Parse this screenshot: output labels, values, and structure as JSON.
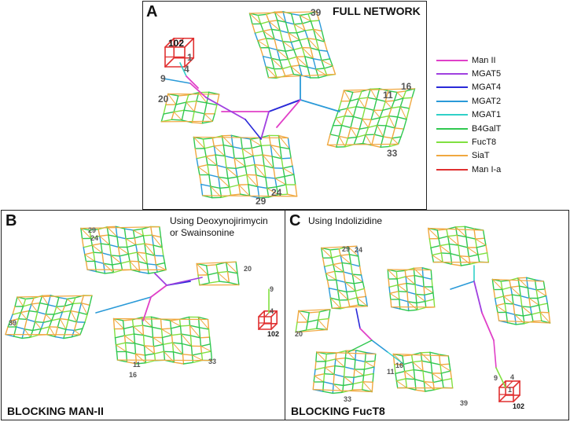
{
  "panels": {
    "a": {
      "letter": "A",
      "title": "FULL NETWORK"
    },
    "b": {
      "letter": "B",
      "note_line1": "Using Deoxynojirimycin",
      "note_line2": "or Swainsonine",
      "footer": "BLOCKING MAN-II"
    },
    "c": {
      "letter": "C",
      "note": "Using Indolizidine",
      "footer": "BLOCKING FucT8"
    }
  },
  "node_labels": {
    "a": {
      "n102": "102",
      "n1": "1",
      "n4": "4",
      "n9": "9",
      "n20": "20",
      "n39": "39",
      "n16": "16",
      "n11": "11",
      "n33": "33",
      "n24": "24",
      "n29": "29"
    },
    "b": {
      "n29": "29",
      "n24": "24",
      "n20": "20",
      "n9": "9",
      "n4": "4",
      "n102": "102",
      "n39": "39",
      "n11": "11",
      "n16": "16",
      "n33": "33"
    },
    "c": {
      "n29": "29",
      "n24": "24",
      "n20": "20",
      "n16": "16",
      "n11": "11",
      "n33": "33",
      "n39": "39",
      "n9": "9",
      "n4": "4",
      "n1": "1",
      "n102": "102"
    }
  },
  "legend": [
    {
      "label": "Man II",
      "color": "#e040c8"
    },
    {
      "label": "MGAT5",
      "color": "#a040e0"
    },
    {
      "label": "MGAT4",
      "color": "#2a2ad8"
    },
    {
      "label": "MGAT2",
      "color": "#2a9ad8"
    },
    {
      "label": "MGAT1",
      "color": "#30d0c8"
    },
    {
      "label": "B4GalT",
      "color": "#30c850"
    },
    {
      "label": "FucT8",
      "color": "#80e040"
    },
    {
      "label": "SiaT",
      "color": "#f0a840"
    },
    {
      "label": "Man I-a",
      "color": "#e03030"
    }
  ],
  "colors": {
    "green": "#30c850",
    "lime": "#80e040",
    "orange": "#f0a840",
    "red": "#e03030",
    "cyan": "#30d0c8",
    "teal": "#2a9ad8",
    "blue": "#2a2ad8",
    "purple": "#a040e0",
    "magenta": "#e040c8"
  }
}
